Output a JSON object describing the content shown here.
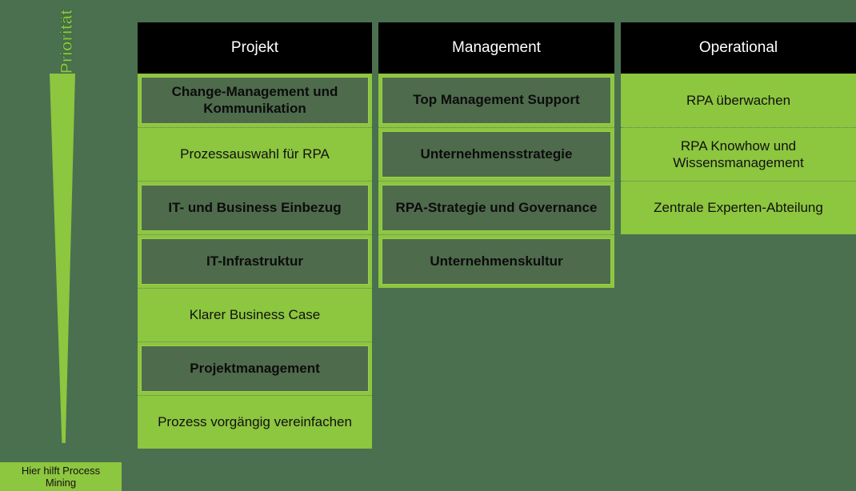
{
  "colors": {
    "background": "#4a7050",
    "accent_green": "#8dc63f",
    "panel_dark": "#4e6b4c",
    "header_black": "#000000",
    "text_dark": "#111111",
    "text_light": "#ffffff"
  },
  "priority_axis": {
    "label": "Priorität",
    "direction": "top-to-bottom decreasing",
    "shape": "tapering-arrow"
  },
  "columns": [
    {
      "key": "projekt",
      "header": "Projekt",
      "items": [
        {
          "label": "Change-Management und Kommunikation",
          "emphasised": true
        },
        {
          "label": "Prozessauswahl für RPA",
          "emphasised": false
        },
        {
          "label": "IT- und Business Einbezug",
          "emphasised": true
        },
        {
          "label": "IT-Infrastruktur",
          "emphasised": true
        },
        {
          "label": "Klarer Business Case",
          "emphasised": false
        },
        {
          "label": "Projektmanagement",
          "emphasised": true
        },
        {
          "label": "Prozess vorgängig vereinfachen",
          "emphasised": false
        }
      ]
    },
    {
      "key": "management",
      "header": "Management",
      "items": [
        {
          "label": "Top Management Support",
          "emphasised": true
        },
        {
          "label": "Unternehmensstrategie",
          "emphasised": true
        },
        {
          "label": "RPA-Strategie und Governance",
          "emphasised": true
        },
        {
          "label": "Unternehmenskultur",
          "emphasised": true
        }
      ]
    },
    {
      "key": "operational",
      "header": "Operational",
      "items": [
        {
          "label": "RPA überwachen",
          "emphasised": false
        },
        {
          "label": "RPA Knowhow und Wissensmanagement",
          "emphasised": false
        },
        {
          "label": "Zentrale Experten-Abteilung",
          "emphasised": false
        }
      ]
    }
  ],
  "note": {
    "text": "Hier hilft Process Mining"
  }
}
